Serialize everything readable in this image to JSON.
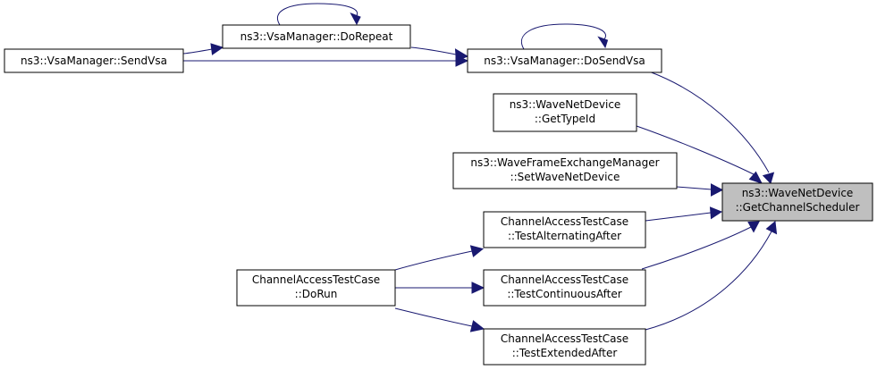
{
  "graph": {
    "nodes": {
      "get_channel_scheduler": {
        "lines": [
          "ns3::WaveNetDevice",
          "::GetChannelScheduler"
        ],
        "current": true
      },
      "do_send_vsa": {
        "lines": [
          "ns3::VsaManager::DoSendVsa"
        ]
      },
      "get_type_id": {
        "lines": [
          "ns3::WaveNetDevice",
          "::GetTypeId"
        ]
      },
      "set_wave_net_device": {
        "lines": [
          "ns3::WaveFrameExchangeManager",
          "::SetWaveNetDevice"
        ]
      },
      "test_alternating_after": {
        "lines": [
          "ChannelAccessTestCase",
          "::TestAlternatingAfter"
        ]
      },
      "test_continuous_after": {
        "lines": [
          "ChannelAccessTestCase",
          "::TestContinuousAfter"
        ]
      },
      "test_extended_after": {
        "lines": [
          "ChannelAccessTestCase",
          "::TestExtendedAfter"
        ]
      },
      "do_repeat": {
        "lines": [
          "ns3::VsaManager::DoRepeat"
        ]
      },
      "send_vsa": {
        "lines": [
          "ns3::VsaManager::SendVsa"
        ]
      },
      "do_run": {
        "lines": [
          "ChannelAccessTestCase",
          "::DoRun"
        ]
      }
    },
    "edges": [
      {
        "from": "do_send_vsa",
        "to": "get_channel_scheduler"
      },
      {
        "from": "get_type_id",
        "to": "get_channel_scheduler"
      },
      {
        "from": "set_wave_net_device",
        "to": "get_channel_scheduler"
      },
      {
        "from": "test_alternating_after",
        "to": "get_channel_scheduler"
      },
      {
        "from": "test_continuous_after",
        "to": "get_channel_scheduler"
      },
      {
        "from": "test_extended_after",
        "to": "get_channel_scheduler"
      },
      {
        "from": "do_repeat",
        "to": "do_send_vsa"
      },
      {
        "from": "do_send_vsa",
        "to": "do_send_vsa"
      },
      {
        "from": "send_vsa",
        "to": "do_send_vsa"
      },
      {
        "from": "do_repeat",
        "to": "do_repeat"
      },
      {
        "from": "send_vsa",
        "to": "do_repeat"
      },
      {
        "from": "do_run",
        "to": "test_alternating_after"
      },
      {
        "from": "do_run",
        "to": "test_continuous_after"
      },
      {
        "from": "do_run",
        "to": "test_extended_after"
      }
    ]
  }
}
